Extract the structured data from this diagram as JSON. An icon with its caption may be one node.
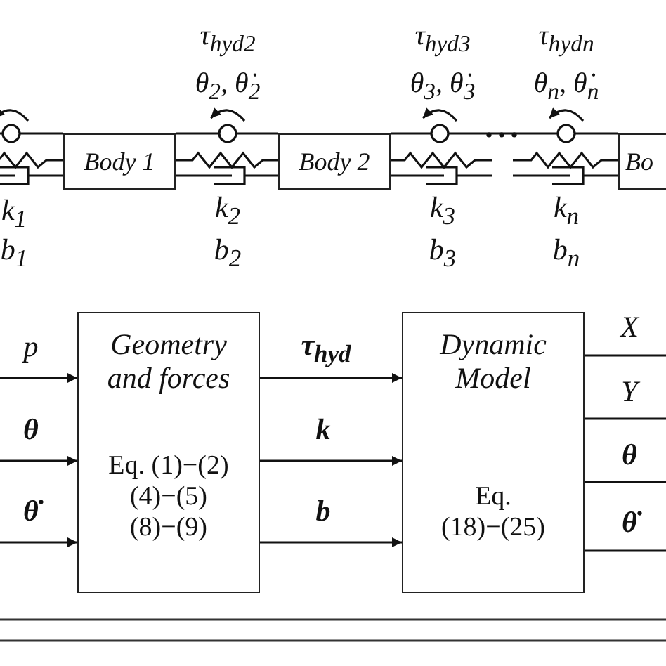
{
  "diagram": {
    "nodes": [
      {
        "text": [
          "Body 1"
        ]
      },
      {
        "text": [
          "Body 2"
        ]
      },
      {
        "text": [
          "Bo"
        ]
      },
      {
        "text": [
          "Geometry and forces",
          "Eq. (1)−(2) (4)−(5) (8)−(9)"
        ]
      },
      {
        "text": [
          "Dynamic Model",
          "Eq. (18)−(25)"
        ]
      }
    ],
    "edges": [
      {
        "from": null,
        "to": 3,
        "arrow": "to",
        "label": "p"
      },
      {
        "from": null,
        "to": 3,
        "arrow": "to",
        "label": "θ"
      },
      {
        "from": null,
        "to": 3,
        "arrow": "to",
        "label": "θ̇"
      },
      {
        "from": 3,
        "to": 4,
        "arrow": "to",
        "label": "τ$_{hyd}$"
      },
      {
        "from": 3,
        "to": 4,
        "arrow": "to",
        "label": "k"
      },
      {
        "from": 3,
        "to": 4,
        "arrow": "to",
        "label": "b"
      },
      {
        "from": 4,
        "to": null,
        "arrow": "none",
        "label": "X"
      },
      {
        "from": 4,
        "to": null,
        "arrow": "none",
        "label": "Y"
      },
      {
        "from": 4,
        "to": null,
        "arrow": "none",
        "label": "θ"
      },
      {
        "from": 4,
        "to": null,
        "arrow": "none",
        "label": "θ̇"
      },
      {
        "from": null,
        "to": 0,
        "arrow": "none"
      },
      {
        "from": 0,
        "to": 1,
        "arrow": "none"
      },
      {
        "from": 1,
        "to": 2,
        "arrow": "none"
      }
    ],
    "labels": [
      "τ$_{hyd2}$",
      "τ$_{hyd3}$",
      "τ$_{hydn}$",
      "θ$_{2}$, θ̇$_{2}$",
      "θ$_{3}$, θ̇$_{3}$",
      "θ$_{n}$, θ̇$_{n}$",
      "k$_{1}$",
      "k$_{2}$",
      "k$_{3}$",
      "k$_{n}$",
      "b$_{1}$",
      "b$_{2}$",
      "b$_{3}$",
      "b$_{n}$"
    ]
  }
}
